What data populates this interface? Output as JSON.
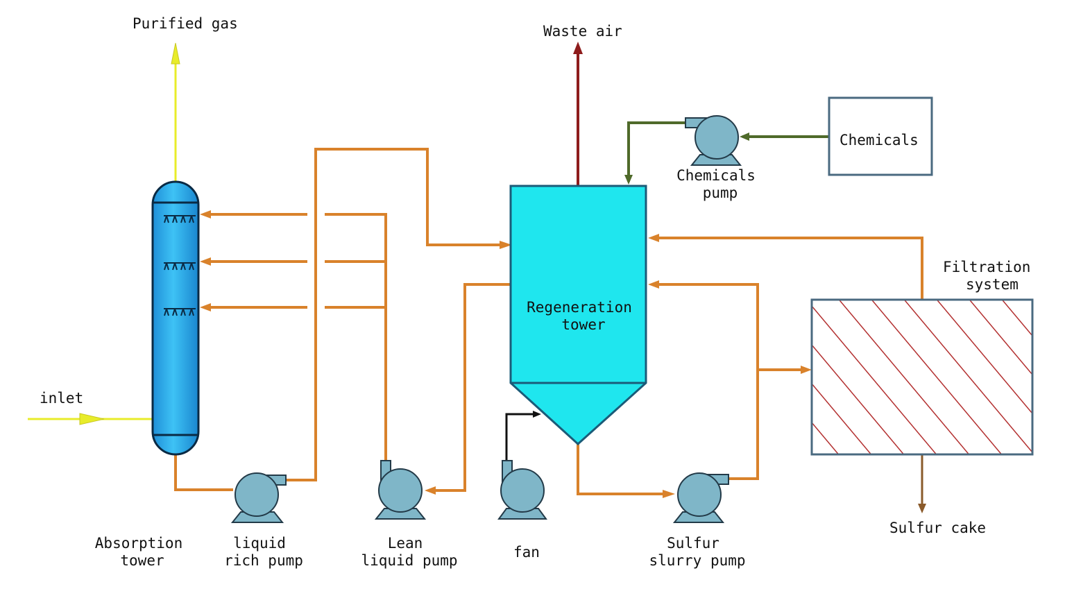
{
  "labels": {
    "purified_gas": "Purified gas",
    "waste_air": "Waste air",
    "chemicals_box": "Chemicals",
    "chemicals_pump_1": "Chemicals",
    "chemicals_pump_2": "pump",
    "filtration_1": "Filtration",
    "filtration_2": "system",
    "regen_1": "Regeneration",
    "regen_2": "tower",
    "inlet": "inlet",
    "absorption_1": "Absorption",
    "absorption_2": "tower",
    "rich_pump_1": "liquid",
    "rich_pump_2": "rich pump",
    "lean_pump_1": "Lean",
    "lean_pump_2": "liquid pump",
    "fan": "fan",
    "slurry_pump_1": "Sulfur",
    "slurry_pump_2": "slurry pump",
    "sulfur_cake": "Sulfur cake"
  },
  "colors": {
    "liquid_line": "#d9822b",
    "gas_line": "#e8ec2a",
    "waste_line": "#8e1c1c",
    "chemical_line": "#4f6a2a",
    "fan_line": "#111111",
    "cake_line": "#8a5a2a",
    "vessel_fill": "#1fe6ee",
    "absorber_fill": "#2aa6e6",
    "pump_fill": "#7fb6c8",
    "hatch": "#b33030"
  }
}
